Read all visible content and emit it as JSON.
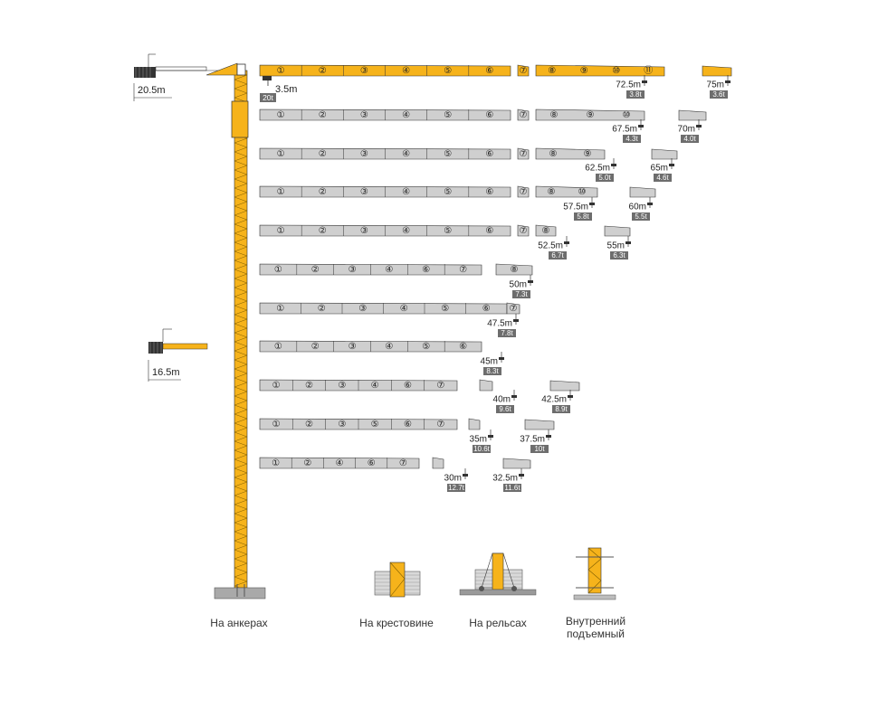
{
  "colors": {
    "mast": "#f6b31b",
    "jib_main": "#f6b31b",
    "jib_alt": "#cfcfcf",
    "outline": "#333333",
    "tag": "#6d6d6d",
    "tag_text": "#ffffff",
    "ballast": "#333333"
  },
  "counter_jib": {
    "top": {
      "length": "20.5m",
      "hook": "3.5m",
      "hook_load": "20t"
    },
    "low": {
      "length": "16.5m"
    }
  },
  "jib_rows": [
    {
      "segments": [
        "①",
        "②",
        "③",
        "④",
        "⑤",
        "⑥",
        "⑦",
        "⑧",
        "⑨",
        "⑩",
        "⑪"
      ],
      "tips": [
        {
          "label": "72.5m",
          "load": "3.8t"
        },
        {
          "label": "75m",
          "load": "3.6t"
        }
      ]
    },
    {
      "segments": [
        "①",
        "②",
        "③",
        "④",
        "⑤",
        "⑥",
        "⑦",
        "⑧",
        "⑨",
        "⑩"
      ],
      "tips": [
        {
          "label": "67.5m",
          "load": "4.3t"
        },
        {
          "label": "70m",
          "load": "4.0t"
        }
      ]
    },
    {
      "segments": [
        "①",
        "②",
        "③",
        "④",
        "⑤",
        "⑥",
        "⑦",
        "⑧",
        "⑨"
      ],
      "tips": [
        {
          "label": "62.5m",
          "load": "5.0t"
        },
        {
          "label": "65m",
          "load": "4.6t"
        }
      ]
    },
    {
      "segments": [
        "①",
        "②",
        "③",
        "④",
        "⑤",
        "⑥",
        "⑦",
        "⑧",
        "⑩"
      ],
      "tips": [
        {
          "label": "57.5m",
          "load": "5.8t"
        },
        {
          "label": "60m",
          "load": "5.5t"
        }
      ]
    },
    {
      "segments": [
        "①",
        "②",
        "③",
        "④",
        "⑤",
        "⑥",
        "⑦",
        "⑧"
      ],
      "tips": [
        {
          "label": "52.5m",
          "load": "6.7t"
        },
        {
          "label": "55m",
          "load": "6.3t"
        }
      ]
    },
    {
      "segments": [
        "①",
        "②",
        "③",
        "④",
        "⑥",
        "⑦",
        "⑧"
      ],
      "tips": [
        {
          "label": "50m",
          "load": "7.3t"
        }
      ]
    },
    {
      "segments": [
        "①",
        "②",
        "③",
        "④",
        "⑤",
        "⑥",
        "⑦"
      ],
      "tips": [
        {
          "label": "47.5m",
          "load": "7.8t"
        }
      ]
    },
    {
      "segments": [
        "①",
        "②",
        "③",
        "④",
        "⑤",
        "⑥"
      ],
      "tips": [
        {
          "label": "45m",
          "load": "8.3t"
        }
      ]
    },
    {
      "segments": [
        "①",
        "②",
        "③",
        "④",
        "⑥",
        "⑦"
      ],
      "tips": [
        {
          "label": "40m",
          "load": "9.6t"
        },
        {
          "label": "42.5m",
          "load": "8.9t"
        }
      ]
    },
    {
      "segments": [
        "①",
        "②",
        "③",
        "⑤",
        "⑥",
        "⑦"
      ],
      "tips": [
        {
          "label": "35m",
          "load": "10.6t"
        },
        {
          "label": "37.5m",
          "load": "10t"
        }
      ]
    },
    {
      "segments": [
        "①",
        "②",
        "④",
        "⑥",
        "⑦"
      ],
      "tips": [
        {
          "label": "30m",
          "load": "12.7t"
        },
        {
          "label": "32.5m",
          "load": "11.6t"
        }
      ]
    }
  ],
  "bases": [
    {
      "label": "На анкерах",
      "icon": "anchor-base-icon"
    },
    {
      "label": "На крестовине",
      "icon": "cross-base-icon"
    },
    {
      "label": "На рельсах",
      "icon": "rail-base-icon"
    },
    {
      "label": "Внутренний подъемный",
      "icon": "internal-climbing-icon"
    }
  ]
}
